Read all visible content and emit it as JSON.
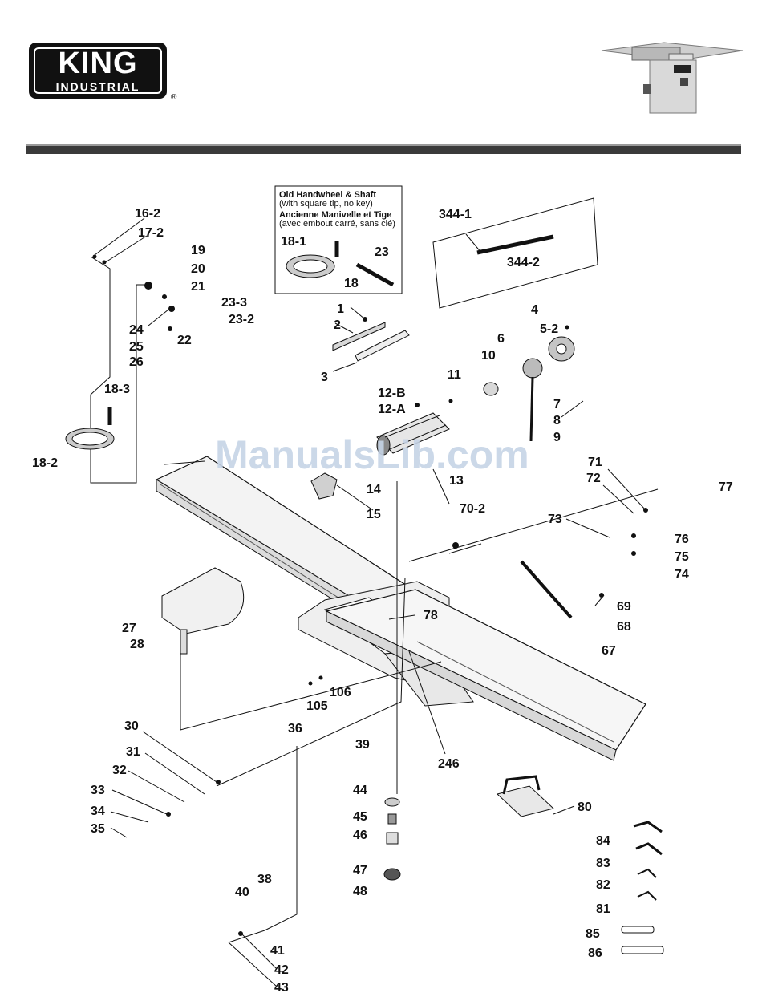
{
  "brand": {
    "name": "KING",
    "sub": "INDUSTRIAL",
    "reg": "®"
  },
  "watermark": "ManualsLib.com",
  "inset_box": {
    "line1": "Old Handwheel & Shaft",
    "line2": "(with square tip, no key)",
    "line3": "Ancienne Manivelle et Tige",
    "line4": "(avec embout carré, sans clé)"
  },
  "labels": {
    "p16_2": "16-2",
    "p17_2": "17-2",
    "p19": "19",
    "p20": "20",
    "p21": "21",
    "p23_3": "23-3",
    "p23_2": "23-2",
    "p24": "24",
    "p25": "25",
    "p22": "22",
    "p26": "26",
    "p18_3": "18-3",
    "p18_2": "18-2",
    "p18_1": "18-1",
    "p23": "23",
    "p18": "18",
    "p344_1": "344-1",
    "p344_2": "344-2",
    "p1": "1",
    "p2": "2",
    "p3": "3",
    "p4": "4",
    "p5_2": "5-2",
    "p6": "6",
    "p10": "10",
    "p11": "11",
    "p12_b": "12-B",
    "p12_a": "12-A",
    "p7": "7",
    "p8": "8",
    "p9": "9",
    "p13": "13",
    "p14": "14",
    "p15": "15",
    "p70_2": "70-2",
    "p71": "71",
    "p72": "72",
    "p73": "73",
    "p77": "77",
    "p76": "76",
    "p75": "75",
    "p74": "74",
    "p27": "27",
    "p28": "28",
    "p78": "78",
    "p69": "69",
    "p68": "68",
    "p67": "67",
    "p106": "106",
    "p105": "105",
    "p36": "36",
    "p39": "39",
    "p246": "246",
    "p30": "30",
    "p31": "31",
    "p32": "32",
    "p33": "33",
    "p34": "34",
    "p35": "35",
    "p44": "44",
    "p45": "45",
    "p46": "46",
    "p47": "47",
    "p48": "48",
    "p80": "80",
    "p84": "84",
    "p83": "83",
    "p82": "82",
    "p81": "81",
    "p85": "85",
    "p86": "86",
    "p38": "38",
    "p40": "40",
    "p41": "41",
    "p42": "42",
    "p43": "43"
  }
}
